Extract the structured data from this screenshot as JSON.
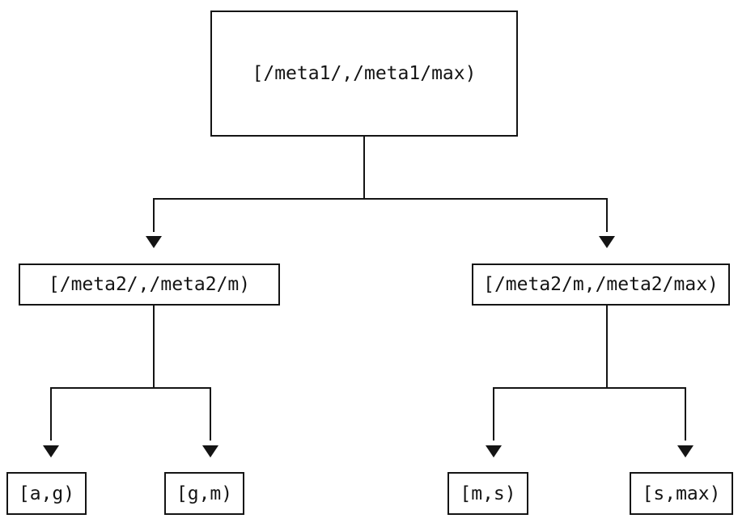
{
  "background_color": "#ffffff",
  "line_color": "#141414",
  "diagram": {
    "type": "tree",
    "description_visible_text_only": true,
    "root": {
      "label": "[/meta1/,/meta1/max)"
    },
    "children": [
      {
        "label": "[/meta2/,/meta2/m)",
        "children": [
          {
            "label": "[a,g)"
          },
          {
            "label": "[g,m)"
          }
        ]
      },
      {
        "label": "[/meta2/m,/meta2/max)",
        "children": [
          {
            "label": "[m,s)"
          },
          {
            "label": "[s,max)"
          }
        ]
      }
    ]
  }
}
